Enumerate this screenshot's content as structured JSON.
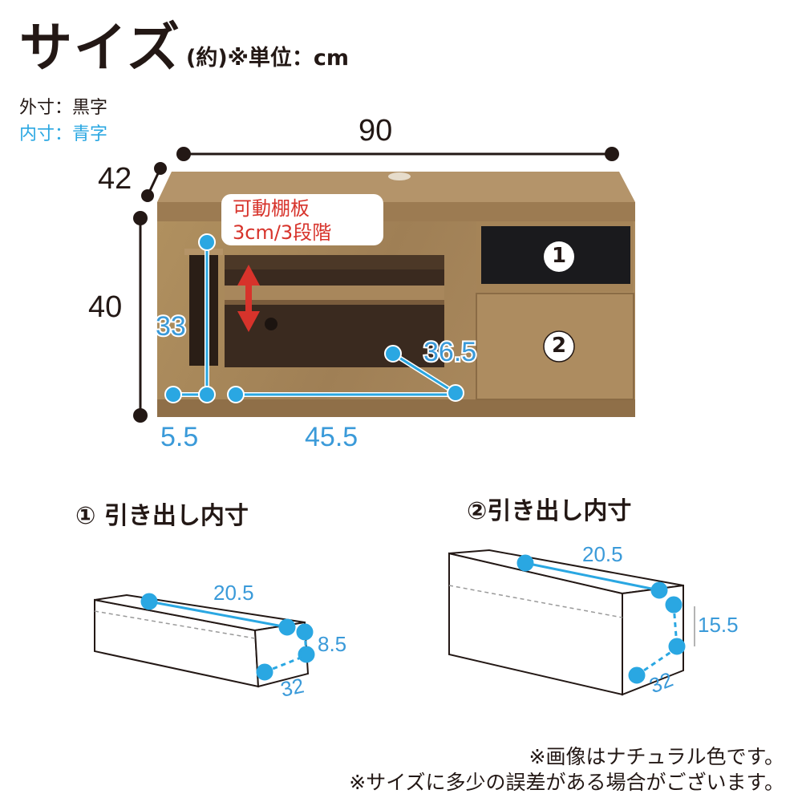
{
  "header": {
    "title": "サイズ",
    "unit_note": "(約)※単位：cm"
  },
  "legend": {
    "outer": "外寸：黒字",
    "inner": "内寸：青字"
  },
  "outer_dims": {
    "width": "90",
    "depth": "42",
    "height": "40"
  },
  "inner_dims": {
    "left_height": "33",
    "left_width": "5.5",
    "center_width": "45.5",
    "center_depth": "36.5"
  },
  "shelf_note": {
    "line1": "可動棚板",
    "line2": "3cm/3段階"
  },
  "drawer_markers": [
    "1",
    "2"
  ],
  "drawer1": {
    "title": "① 引き出し内寸",
    "width": "20.5",
    "height": "8.5",
    "depth": "32"
  },
  "drawer2": {
    "title": "②引き出し内寸",
    "width": "20.5",
    "height": "15.5",
    "depth": "32"
  },
  "footnotes": {
    "line1": "※画像はナチュラル色です。",
    "line2": "※サイズに多少の誤差がある場合がございます。"
  },
  "colors": {
    "outer_text": "#231815",
    "inner_text": "#2aa7e2",
    "shelf_arrow": "#d7332b",
    "wood": "#a8865c"
  }
}
